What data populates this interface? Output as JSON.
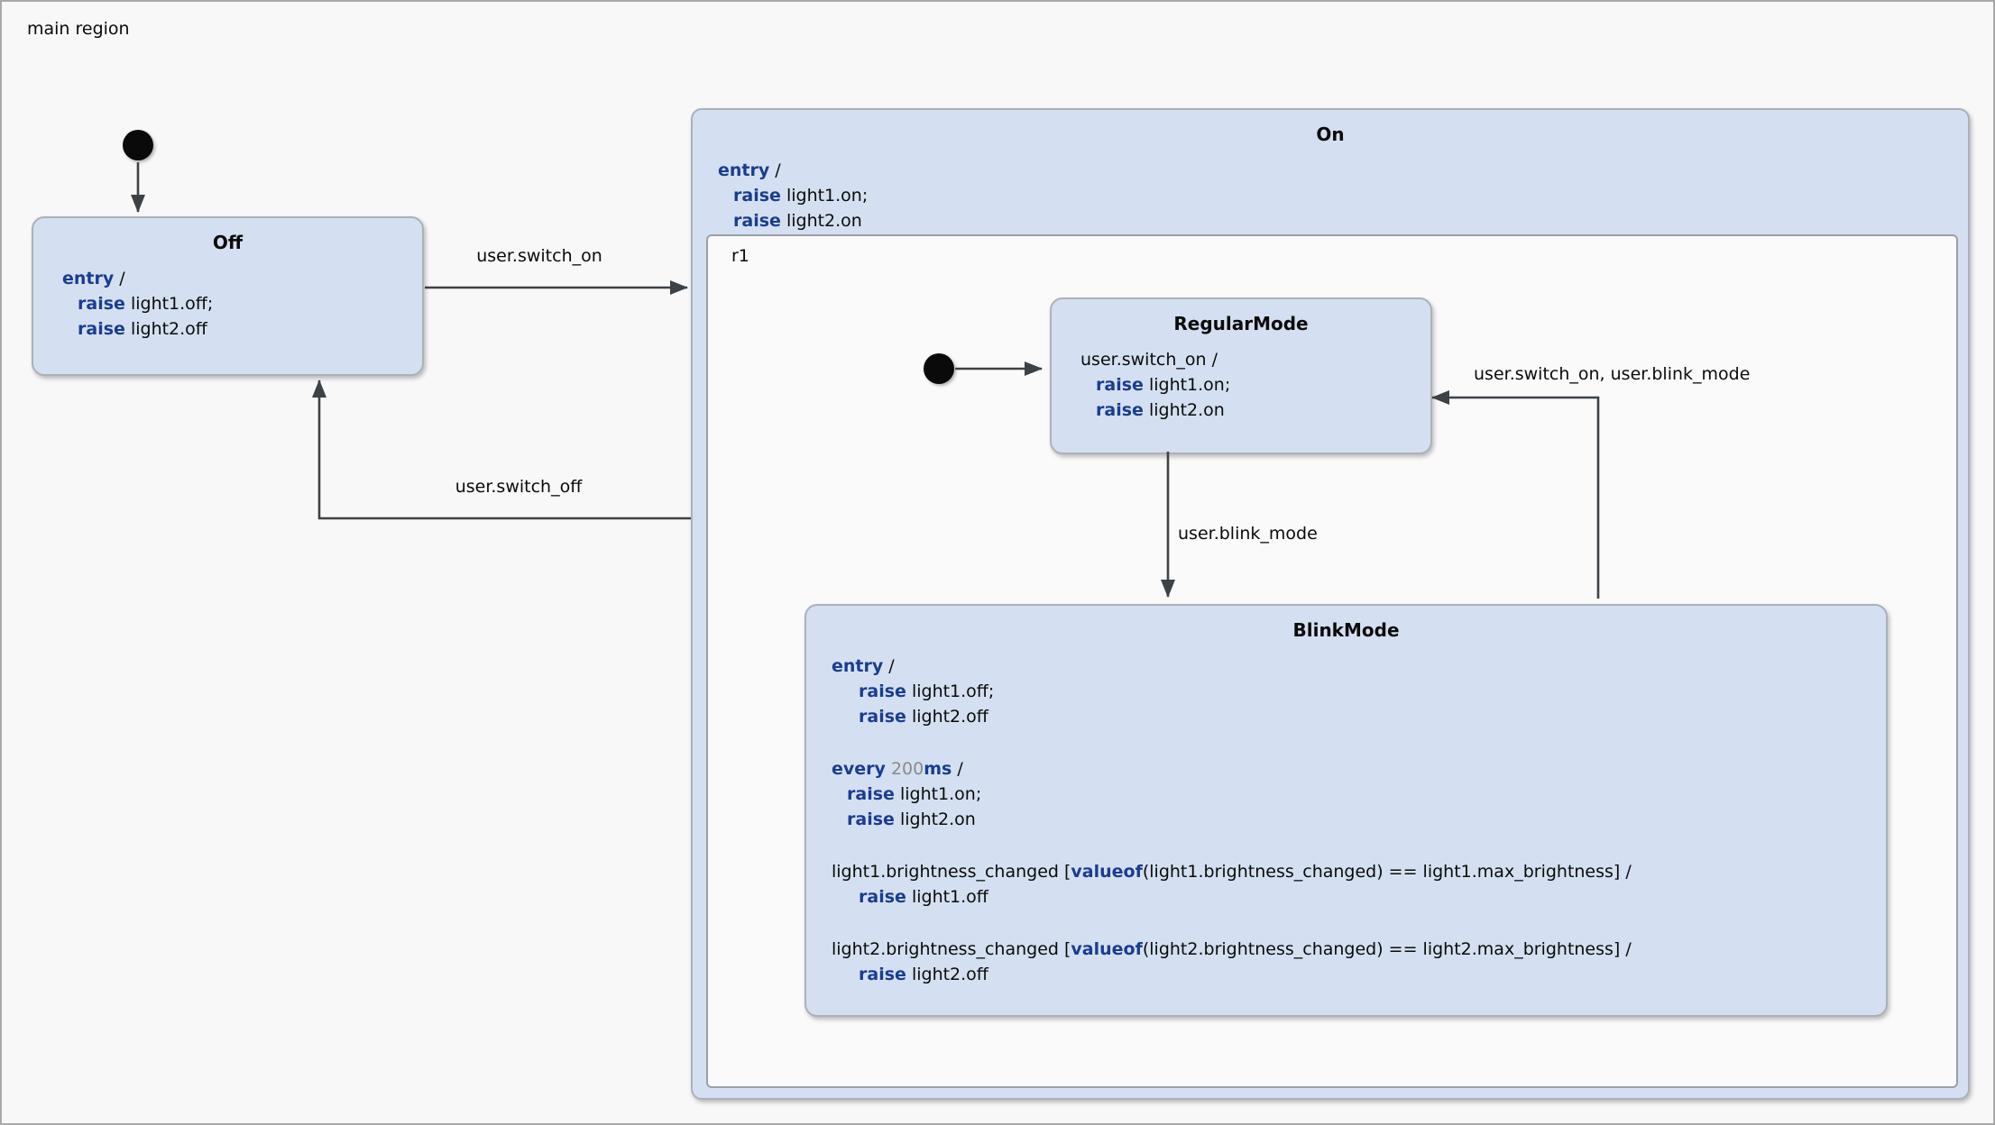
{
  "colors": {
    "state_fill": "#d4e0f1",
    "state_border": "#aab1ba",
    "keyword": "#1b3c8f",
    "number_literal": "#8a8a8a",
    "arrow": "#3d4247",
    "canvas_bg": "#f8f8f8",
    "region_bg": "#fafafa"
  },
  "main_region": {
    "label": "main region"
  },
  "states": {
    "off": {
      "title": "Off",
      "lines": [
        {
          "segs": [
            {
              "k": "kw",
              "t": "entry"
            },
            {
              "k": "pl",
              "t": " /"
            }
          ]
        },
        {
          "ind": 1,
          "segs": [
            {
              "k": "kw",
              "t": "raise"
            },
            {
              "k": "pl",
              "t": " light1.off;"
            }
          ]
        },
        {
          "ind": 1,
          "segs": [
            {
              "k": "kw",
              "t": "raise"
            },
            {
              "k": "pl",
              "t": " light2.off"
            }
          ]
        }
      ]
    },
    "on": {
      "title": "On",
      "region": {
        "label": "r1"
      },
      "lines": [
        {
          "segs": [
            {
              "k": "kw",
              "t": "entry"
            },
            {
              "k": "pl",
              "t": " /"
            }
          ]
        },
        {
          "ind": 1,
          "segs": [
            {
              "k": "kw",
              "t": "raise"
            },
            {
              "k": "pl",
              "t": " light1.on;"
            }
          ]
        },
        {
          "ind": 1,
          "segs": [
            {
              "k": "kw",
              "t": "raise"
            },
            {
              "k": "pl",
              "t": " light2.on"
            }
          ]
        }
      ]
    },
    "regular_mode": {
      "title": "RegularMode",
      "lines": [
        {
          "segs": [
            {
              "k": "pl",
              "t": "user.switch_on /"
            }
          ]
        },
        {
          "ind": 1,
          "segs": [
            {
              "k": "kw",
              "t": "raise"
            },
            {
              "k": "pl",
              "t": " light1.on;"
            }
          ]
        },
        {
          "ind": 1,
          "segs": [
            {
              "k": "kw",
              "t": "raise"
            },
            {
              "k": "pl",
              "t": " light2.on"
            }
          ]
        }
      ]
    },
    "blink_mode": {
      "title": "BlinkMode",
      "lines": [
        {
          "segs": [
            {
              "k": "kw",
              "t": "entry"
            },
            {
              "k": "pl",
              "t": " /"
            }
          ]
        },
        {
          "ind": 2,
          "segs": [
            {
              "k": "kw",
              "t": "raise"
            },
            {
              "k": "pl",
              "t": " light1.off;"
            }
          ]
        },
        {
          "ind": 2,
          "segs": [
            {
              "k": "kw",
              "t": "raise"
            },
            {
              "k": "pl",
              "t": " light2.off"
            }
          ]
        },
        {
          "blank": true
        },
        {
          "segs": [
            {
              "k": "kw",
              "t": "every"
            },
            {
              "k": "pl",
              "t": " "
            },
            {
              "k": "num",
              "t": "200"
            },
            {
              "k": "kw",
              "t": "ms"
            },
            {
              "k": "pl",
              "t": " /"
            }
          ]
        },
        {
          "ind": 1,
          "segs": [
            {
              "k": "kw",
              "t": "raise"
            },
            {
              "k": "pl",
              "t": " light1.on;"
            }
          ]
        },
        {
          "ind": 1,
          "segs": [
            {
              "k": "kw",
              "t": "raise"
            },
            {
              "k": "pl",
              "t": " light2.on"
            }
          ]
        },
        {
          "blank": true
        },
        {
          "segs": [
            {
              "k": "pl",
              "t": "light1.brightness_changed ["
            },
            {
              "k": "kw",
              "t": "valueof"
            },
            {
              "k": "pl",
              "t": "(light1.brightness_changed) == light1.max_brightness] /"
            }
          ]
        },
        {
          "ind": 2,
          "segs": [
            {
              "k": "kw",
              "t": "raise"
            },
            {
              "k": "pl",
              "t": " light1.off"
            }
          ]
        },
        {
          "blank": true
        },
        {
          "segs": [
            {
              "k": "pl",
              "t": "light2.brightness_changed ["
            },
            {
              "k": "kw",
              "t": "valueof"
            },
            {
              "k": "pl",
              "t": "(light2.brightness_changed) == light2.max_brightness] /"
            }
          ]
        },
        {
          "ind": 2,
          "segs": [
            {
              "k": "kw",
              "t": "raise"
            },
            {
              "k": "pl",
              "t": " light2.off"
            }
          ]
        }
      ]
    }
  },
  "transitions": {
    "off_to_on": {
      "label": "user.switch_on"
    },
    "on_to_off": {
      "label": "user.switch_off"
    },
    "regular_to_blink": {
      "label": "user.blink_mode"
    },
    "blink_to_regular": {
      "label": "user.switch_on, user.blink_mode"
    }
  }
}
